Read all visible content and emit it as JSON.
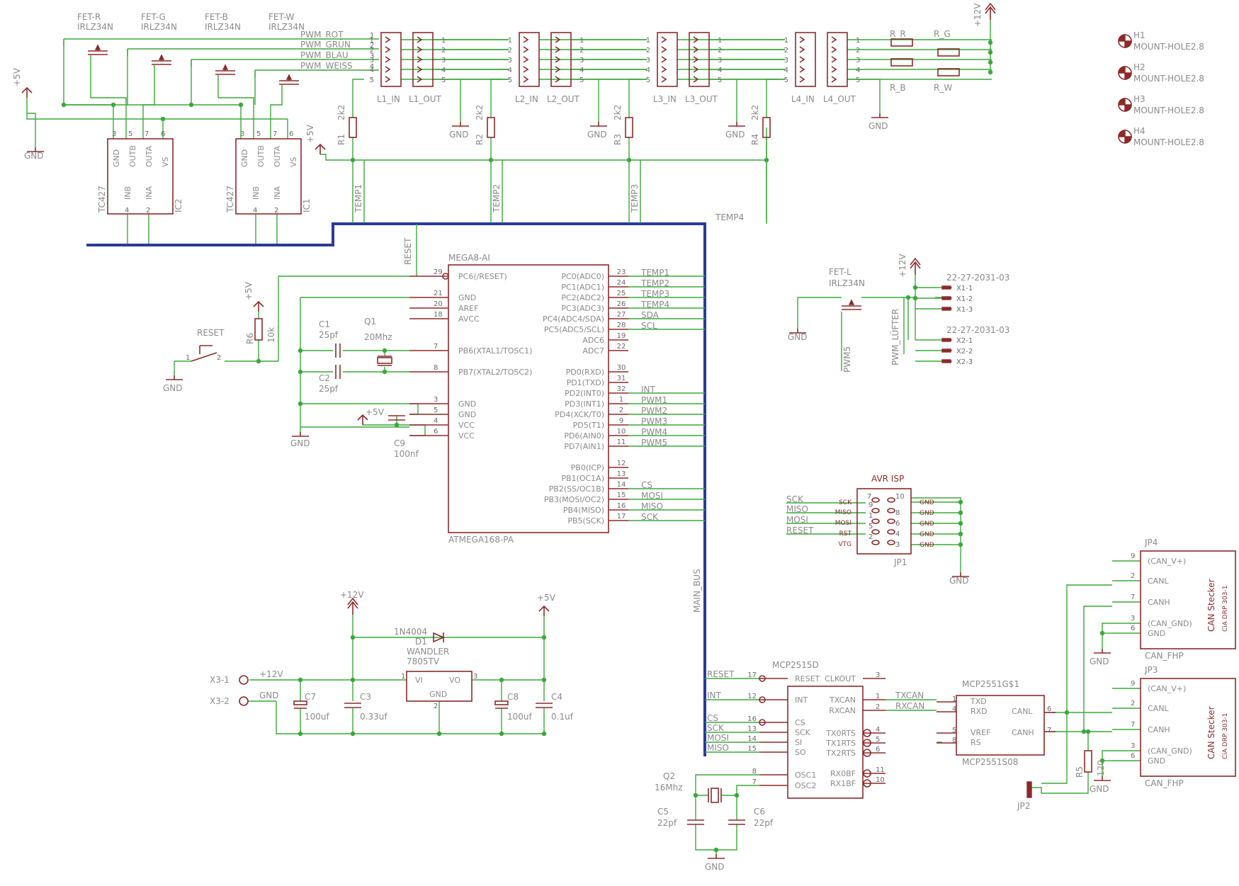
{
  "fets": [
    {
      "name": "FET-R",
      "type": "IRLZ34N",
      "net": "PWM_ROT",
      "pin": "1"
    },
    {
      "name": "FET-G",
      "type": "IRLZ34N",
      "net": "PWM_GRÜN",
      "pin": "2"
    },
    {
      "name": "FET-B",
      "type": "IRLZ34N",
      "net": "PWM_BLAU",
      "pin": "3"
    },
    {
      "name": "FET-W",
      "type": "IRLZ34N",
      "net": "PWM_WEISS",
      "pin": "4"
    }
  ],
  "connectors": [
    {
      "name": "L1_IN"
    },
    {
      "name": "L1_OUT"
    },
    {
      "name": "L2_IN"
    },
    {
      "name": "L2_OUT"
    },
    {
      "name": "L3_IN"
    },
    {
      "name": "L3_OUT"
    },
    {
      "name": "L4_IN"
    },
    {
      "name": "L4_OUT"
    }
  ],
  "pin_numbers": [
    "1",
    "2",
    "3",
    "4",
    "5"
  ],
  "resistors_2k2": [
    {
      "name": "R1",
      "value": "2k2",
      "net": "TEMP1"
    },
    {
      "name": "R2",
      "value": "2k2",
      "net": "TEMP2"
    },
    {
      "name": "R3",
      "value": "2k2",
      "net": "TEMP3"
    },
    {
      "name": "R4",
      "value": "2k2",
      "net": "TEMP4"
    }
  ],
  "led_resistors": [
    "R_R",
    "R_G",
    "R_B",
    "R_W"
  ],
  "mount_holes": [
    {
      "name": "H1",
      "type": "MOUNT-HOLE2.8"
    },
    {
      "name": "H2",
      "type": "MOUNT-HOLE2.8"
    },
    {
      "name": "H3",
      "type": "MOUNT-HOLE2.8"
    },
    {
      "name": "H4",
      "type": "MOUNT-HOLE2.8"
    }
  ],
  "drivers": [
    {
      "name": "IC2",
      "type": "TC427",
      "pins_top": [
        "GND",
        "OUTB",
        "OUTA",
        "VS"
      ],
      "pins_bot": [
        "INB",
        "INA"
      ],
      "pnum_top": [
        "3",
        "5",
        "7",
        "6"
      ],
      "pnum_bot": [
        "4",
        "2"
      ]
    },
    {
      "name": "IC1",
      "type": "TC427",
      "pins_top": [
        "GND",
        "OUTB",
        "OUTA",
        "VS"
      ],
      "pins_bot": [
        "INB",
        "INA"
      ],
      "pnum_top": [
        "3",
        "5",
        "7",
        "6"
      ],
      "pnum_bot": [
        "4",
        "2"
      ]
    }
  ],
  "power": {
    "p5v": "+5V",
    "p12v": "+12V",
    "gnd": "GND"
  },
  "mcu": {
    "title": "MEGA8-AI",
    "part": "ATMEGA168-PA",
    "reset_net": "RESET",
    "left": [
      {
        "pin": "29",
        "name": "PC6(/RESET)"
      },
      {
        "pin": "21",
        "name": "GND"
      },
      {
        "pin": "20",
        "name": "AREF"
      },
      {
        "pin": "18",
        "name": "AVCC"
      },
      {
        "pin": "7",
        "name": "PB6(XTAL1/TOSC1)"
      },
      {
        "pin": "8",
        "name": "PB7(XTAL2/TOSC2)"
      },
      {
        "pin": "3",
        "name": "GND"
      },
      {
        "pin": "5",
        "name": "GND"
      },
      {
        "pin": "4",
        "name": "VCC"
      },
      {
        "pin": "6",
        "name": "VCC"
      }
    ],
    "right": [
      {
        "pin": "23",
        "name": "PC0(ADC0)",
        "net": "TEMP1"
      },
      {
        "pin": "24",
        "name": "PC1(ADC1)",
        "net": "TEMP2"
      },
      {
        "pin": "25",
        "name": "PC2(ADC2)",
        "net": "TEMP3"
      },
      {
        "pin": "26",
        "name": "PC3(ADC3)",
        "net": "TEMP4"
      },
      {
        "pin": "27",
        "name": "PC4(ADC4/SDA)",
        "net": "SDA"
      },
      {
        "pin": "28",
        "name": "PC5(ADC5/SCL)",
        "net": "SCL"
      },
      {
        "pin": "19",
        "name": "ADC6",
        "net": ""
      },
      {
        "pin": "22",
        "name": "ADC7",
        "net": ""
      },
      {
        "pin": "30",
        "name": "PD0(RXD)",
        "net": ""
      },
      {
        "pin": "31",
        "name": "PD1(TXD)",
        "net": ""
      },
      {
        "pin": "32",
        "name": "PD2(INT0)",
        "net": "INT"
      },
      {
        "pin": "1",
        "name": "PD3(INT1)",
        "net": "PWM1"
      },
      {
        "pin": "2",
        "name": "PD4(XCK/T0)",
        "net": "PWM2"
      },
      {
        "pin": "9",
        "name": "PD5(T1)",
        "net": "PWM3"
      },
      {
        "pin": "10",
        "name": "PD6(AIN0)",
        "net": "PWM4"
      },
      {
        "pin": "11",
        "name": "PD7(AIN1)",
        "net": "PWM5"
      },
      {
        "pin": "12",
        "name": "PB0(ICP)",
        "net": ""
      },
      {
        "pin": "13",
        "name": "PB1(OC1A)",
        "net": ""
      },
      {
        "pin": "14",
        "name": "PB2(SS/OC1B)",
        "net": "CS"
      },
      {
        "pin": "15",
        "name": "PB3(MOSI/OC2)",
        "net": "MOSI"
      },
      {
        "pin": "16",
        "name": "PB4(MISO)",
        "net": "MISO"
      },
      {
        "pin": "17",
        "name": "PB5(SCK)",
        "net": "SCK"
      }
    ]
  },
  "passives": {
    "c1": {
      "name": "C1",
      "value": "25pf"
    },
    "c2": {
      "name": "C2",
      "value": "25pf"
    },
    "q1": {
      "name": "Q1",
      "value": "20Mhz"
    },
    "c9": {
      "name": "C9",
      "value": "100nf"
    },
    "r6": {
      "name": "R6",
      "value": "10k"
    },
    "reset_sw": "RESET",
    "sw_pins": [
      "1",
      "2"
    ],
    "d1": {
      "name": "D1",
      "value": "1N4004"
    },
    "reg": {
      "title": "WANDLER",
      "part": "7805TV",
      "vi": "VI",
      "vo": "VO",
      "gnd": "GND",
      "p1": "1",
      "p2": "2",
      "p3": "3"
    },
    "c7": {
      "name": "C7",
      "value": "100uf"
    },
    "c3": {
      "name": "C3",
      "value": "0.33uf"
    },
    "c8": {
      "name": "C8",
      "value": "100uf"
    },
    "c4": {
      "name": "C4",
      "value": "0.1uf"
    },
    "x3": [
      "X3-1",
      "X3-2"
    ],
    "q2": {
      "name": "Q2",
      "value": "16Mhz"
    },
    "c5": {
      "name": "C5",
      "value": "22pf"
    },
    "c6": {
      "name": "C6",
      "value": "22pf"
    },
    "r5": {
      "name": "R5",
      "value": "120"
    },
    "jp2": "JP2"
  },
  "fan": {
    "fet_name": "FET-L",
    "fet_type": "IRLZ34N",
    "gate_net": "PWM5",
    "drain_net": "PWM_LÜFTER",
    "conn1": "22-27-2031-03",
    "conn2": "22-27-2031-03",
    "pins1": [
      "X1-1",
      "X1-2",
      "X1-3"
    ],
    "pins2": [
      "X2-1",
      "X2-2",
      "X2-3"
    ]
  },
  "isp": {
    "title": "AVR ISP",
    "name": "JP1",
    "left_nets": [
      "SCK",
      "MISO",
      "MOSI",
      "RESET"
    ],
    "left_labels": [
      "SCK",
      "MISO",
      "MOSI",
      "RST",
      "VTG"
    ],
    "left_pins": [
      "9",
      "1",
      "5",
      "2"
    ],
    "top_pins": [
      "7",
      "10"
    ],
    "right_pins": [
      "8",
      "6",
      "4",
      "3"
    ],
    "right_labels": [
      "GND",
      "GND",
      "GND",
      "GND",
      "GND"
    ]
  },
  "can_ctrl": {
    "name": "MCP2515D",
    "left": [
      {
        "pin": "17",
        "name": "RESET",
        "net": "RESET"
      },
      {
        "pin": "12",
        "name": "INT",
        "net": "INT"
      },
      {
        "pin": "16",
        "name": "CS",
        "net": "CS"
      },
      {
        "pin": "13",
        "name": "SCK",
        "net": "SCK"
      },
      {
        "pin": "14",
        "name": "SI",
        "net": "MOSI"
      },
      {
        "pin": "15",
        "name": "SO",
        "net": "MISO"
      },
      {
        "pin": "8",
        "name": "OSC1",
        "net": ""
      },
      {
        "pin": "7",
        "name": "OSC2",
        "net": ""
      }
    ],
    "right": [
      {
        "pin": "3",
        "name": "CLKOUT"
      },
      {
        "pin": "1",
        "name": "TXCAN"
      },
      {
        "pin": "2",
        "name": "RXCAN"
      },
      {
        "pin": "4",
        "name": "TX0RTS"
      },
      {
        "pin": "5",
        "name": "TX1RTS"
      },
      {
        "pin": "6",
        "name": "TX2RTS"
      },
      {
        "pin": "11",
        "name": "RX0BF"
      },
      {
        "pin": "10",
        "name": "RX1BF"
      }
    ]
  },
  "can_tx": {
    "name": "MCP2551G$1",
    "part": "MCP2551S08",
    "txd": "TXD",
    "rxd": "RXD",
    "vref": "VREF",
    "rs": "RS",
    "canl": "CANL",
    "canh": "CANH",
    "pins": [
      "1",
      "4",
      "5",
      "8",
      "6",
      "7"
    ],
    "nets": [
      "TXCAN",
      "RXCAN"
    ]
  },
  "can_plugs": [
    {
      "name": "JP4",
      "part": "CAN_FHP",
      "title": "CAN Stecker",
      "sub": "CiA DRP 303-1",
      "pins": [
        {
          "pin": "9",
          "name": "(CAN_V+)"
        },
        {
          "pin": "2",
          "name": "CANL"
        },
        {
          "pin": "7",
          "name": "CANH"
        },
        {
          "pin": "3",
          "name": "(CAN_GND)"
        },
        {
          "pin": "6",
          "name": "GND"
        }
      ]
    },
    {
      "name": "JP3",
      "part": "CAN_FHP",
      "title": "CAN Stecker",
      "sub": "CiA DRP 303-1",
      "pins": [
        {
          "pin": "9",
          "name": "(CAN_V+)"
        },
        {
          "pin": "2",
          "name": "CANL"
        },
        {
          "pin": "7",
          "name": "CANH"
        },
        {
          "pin": "3",
          "name": "(CAN_GND)"
        },
        {
          "pin": "6",
          "name": "GND"
        }
      ]
    }
  ],
  "bus": {
    "label": "MAIN_BUS"
  }
}
